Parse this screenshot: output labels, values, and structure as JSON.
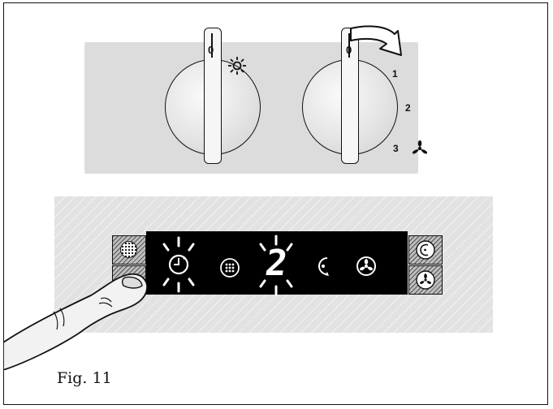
{
  "figure": {
    "caption": "Fig. 11"
  },
  "light_dial": {
    "zero_label": "0",
    "symbol": "light-icon"
  },
  "fan_dial": {
    "zero_label": "0",
    "levels": [
      "1",
      "2",
      "3"
    ],
    "symbol": "fan-icon",
    "turn_arrow": "clockwise-arrow-icon"
  },
  "display": {
    "left_buttons": [
      "grease-filter-button",
      "timer-button"
    ],
    "right_buttons": [
      "intensive-mode-button",
      "fan-recirculation-button"
    ],
    "indicators": [
      "timer-icon",
      "filter-icon",
      "fan-level-digit",
      "intensive-icon",
      "fan-speed-icon"
    ],
    "fan_level_digit": "2",
    "blinking": [
      "timer-icon",
      "fan-level-digit"
    ]
  },
  "colors": {
    "panel_gray": "#dcdcdc",
    "display_black": "#000000",
    "outline": "#111111"
  }
}
